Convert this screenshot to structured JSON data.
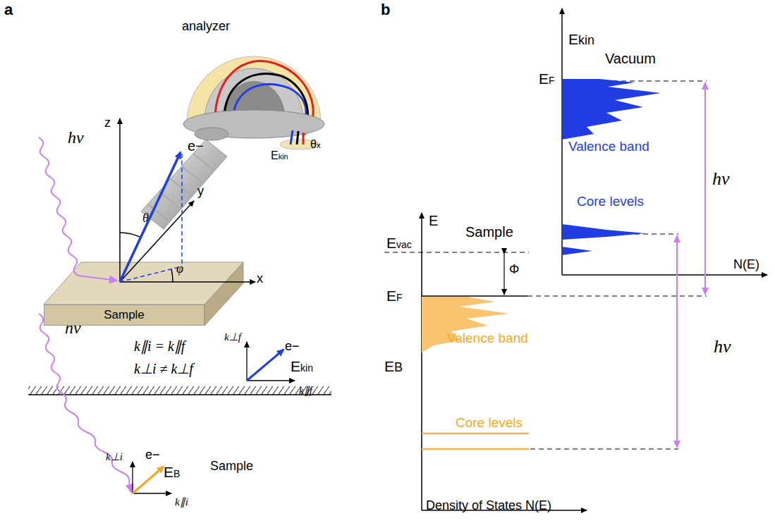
{
  "diagram": {
    "nodes": [
      {
        "text": [
          "Sample"
        ]
      }
    ],
    "labels": [
      "a",
      "b",
      "analyzer",
      "z",
      "hν",
      "e−",
      "θ",
      "y",
      "φ",
      "x",
      "Ekin",
      "θx",
      "hν",
      "k∥i = k∥f",
      "k⊥i ≠ k⊥f",
      "k⊥f",
      "e−",
      "Ekin",
      "k∥f",
      "k⊥i",
      "e−",
      "EB",
      "Sample",
      "k∥i",
      "Ekin",
      "Vacuum",
      "EF",
      "Valence band",
      "hν",
      "Core levels",
      "E",
      "Sample",
      "Evac",
      "Φ",
      "EF",
      "Valence band",
      "EB",
      "hν",
      "Core levels",
      "N(E)",
      "Density of States N(E)"
    ]
  }
}
